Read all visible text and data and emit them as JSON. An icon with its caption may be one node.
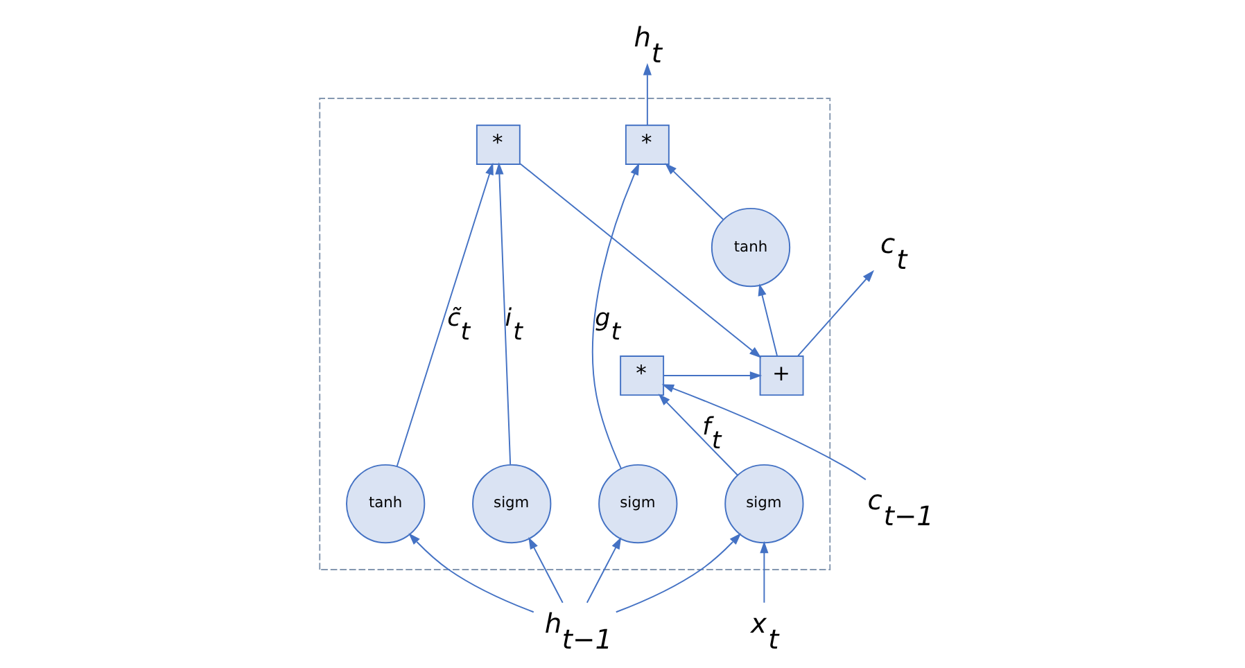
{
  "diagram": {
    "nodes": [
      {
        "text": [],
        "shape": "box"
      },
      {
        "text": [
          "c$_{t−1}$"
        ]
      },
      {
        "text": [
          "*"
        ],
        "in": 0
      },
      {
        "text": [
          "+"
        ],
        "in": 0
      },
      {
        "text": [
          "c$_{t}$"
        ]
      },
      {
        "text": [
          "tanh"
        ],
        "in": 0
      },
      {
        "text": [
          "*"
        ],
        "in": 0
      },
      {
        "text": [
          "*"
        ],
        "in": 0
      },
      {
        "text": [
          "sigm"
        ],
        "in": 0
      },
      {
        "text": [
          "sigm"
        ],
        "in": 0
      },
      {
        "text": [
          "tanh"
        ],
        "in": 0
      },
      {
        "text": [
          "sigm"
        ],
        "in": 0
      },
      {
        "text": [
          "h$_{t−1}$"
        ]
      },
      {
        "text": [
          "h$_{t}$"
        ]
      },
      {
        "text": [
          "x$_{t}$"
        ]
      }
    ],
    "edges": [
      {
        "from": 1,
        "to": 2,
        "arrow": "to"
      },
      {
        "from": 2,
        "to": 3,
        "arrow": "to"
      },
      {
        "from": 3,
        "to": 4,
        "arrow": "to"
      },
      {
        "from": 3,
        "to": 5,
        "arrow": "to"
      },
      {
        "from": 5,
        "to": 6,
        "arrow": "to"
      },
      {
        "from": 6,
        "to": 13,
        "arrow": "to"
      },
      {
        "from": 8,
        "to": 2,
        "arrow": "to",
        "label": "f$_{t}$"
      },
      {
        "from": 9,
        "to": 7,
        "arrow": "to",
        "label": "i$_{t}$"
      },
      {
        "from": 10,
        "to": 7,
        "arrow": "to",
        "label": "c̃$_{t}$"
      },
      {
        "from": 7,
        "to": 3,
        "arrow": "to"
      },
      {
        "from": 11,
        "to": 6,
        "arrow": "to",
        "label": "g$_{t}$"
      },
      {
        "from": 12,
        "to": 8,
        "arrow": "to"
      },
      {
        "from": 12,
        "to": 9,
        "arrow": "to"
      },
      {
        "from": 12,
        "to": 10,
        "arrow": "to"
      },
      {
        "from": 12,
        "to": 11,
        "arrow": "to"
      },
      {
        "from": 14,
        "to": 8,
        "arrow": "to"
      }
    ]
  }
}
